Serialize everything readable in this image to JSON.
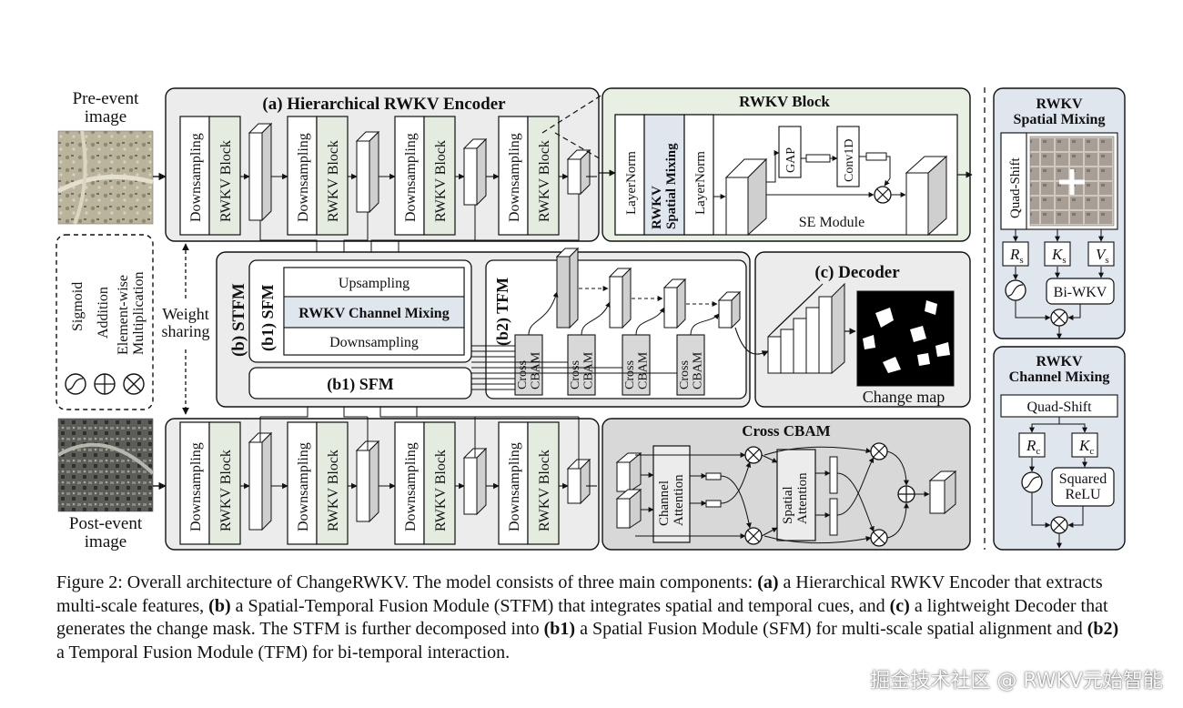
{
  "inputs": {
    "pre_event": "Pre-event\nimage",
    "post_event": "Post-event\nimage",
    "weight_sharing": "Weight\nsharing"
  },
  "legend": {
    "sigmoid": "Sigmoid",
    "addition": "Addition",
    "multiplication": "Element-wise\nMultiplication"
  },
  "encoder": {
    "title": "(a) Hierarchical RWKV Encoder",
    "downsampling": "Downsampling",
    "rwkv_block": "RWKV Block"
  },
  "rwkv_block_detail": {
    "title": "RWKV Block",
    "layernorm": "LayerNorm",
    "spatial_mixing": "RWKV\nSpatial Mixing",
    "gap": "GAP",
    "conv1d": "Conv1D",
    "se_module": "SE Module"
  },
  "stfm": {
    "title": "(b) STFM",
    "sfm_label": "(b1) SFM",
    "upsampling": "Upsampling",
    "channel_mixing": "RWKV Channel Mixing",
    "downsampling": "Downsampling",
    "tfm_label": "(b2) TFM",
    "cross_cbam": "Cross\nCBAM"
  },
  "decoder": {
    "title": "(c) Decoder",
    "change_map": "Change map"
  },
  "cross_cbam_detail": {
    "title": "Cross CBAM",
    "channel_attention": "Channel\nAttention",
    "spatial_attention": "Spatial\nAttention"
  },
  "spatial_mixing_panel": {
    "title": "RWKV\nSpatial Mixing",
    "quad_shift": "Quad-Shift",
    "r": "R",
    "k": "K",
    "v": "V",
    "sub": "s",
    "biwkv": "Bi-WKV"
  },
  "channel_mixing_panel": {
    "title": "RWKV\nChannel Mixing",
    "quad_shift": "Quad-Shift",
    "r": "R",
    "k": "K",
    "sub": "c",
    "squared_relu": "Squared\nReLU"
  },
  "caption": {
    "s1": "Figure 2: Overall architecture of ChangeRWKV. The model consists of three main components: ",
    "b1": "(a)",
    "s2": " a Hierarchical RWKV Encoder that extracts multi-scale features, ",
    "b2": "(b)",
    "s3": " a Spatial-Temporal Fusion Module (STFM) that integrates spatial and temporal cues, and ",
    "b3": "(c)",
    "s4": " a lightweight Decoder that generates the change mask. The STFM is further decomposed into ",
    "b4": "(b1)",
    "s5": " a Spatial Fusion Module (SFM) for multi-scale spatial alignment and ",
    "b5": "(b2)",
    "s6": " a Temporal Fusion Module (TFM) for bi-temporal interaction."
  },
  "watermark": "掘金技术社区 @ RWKV元始智能"
}
